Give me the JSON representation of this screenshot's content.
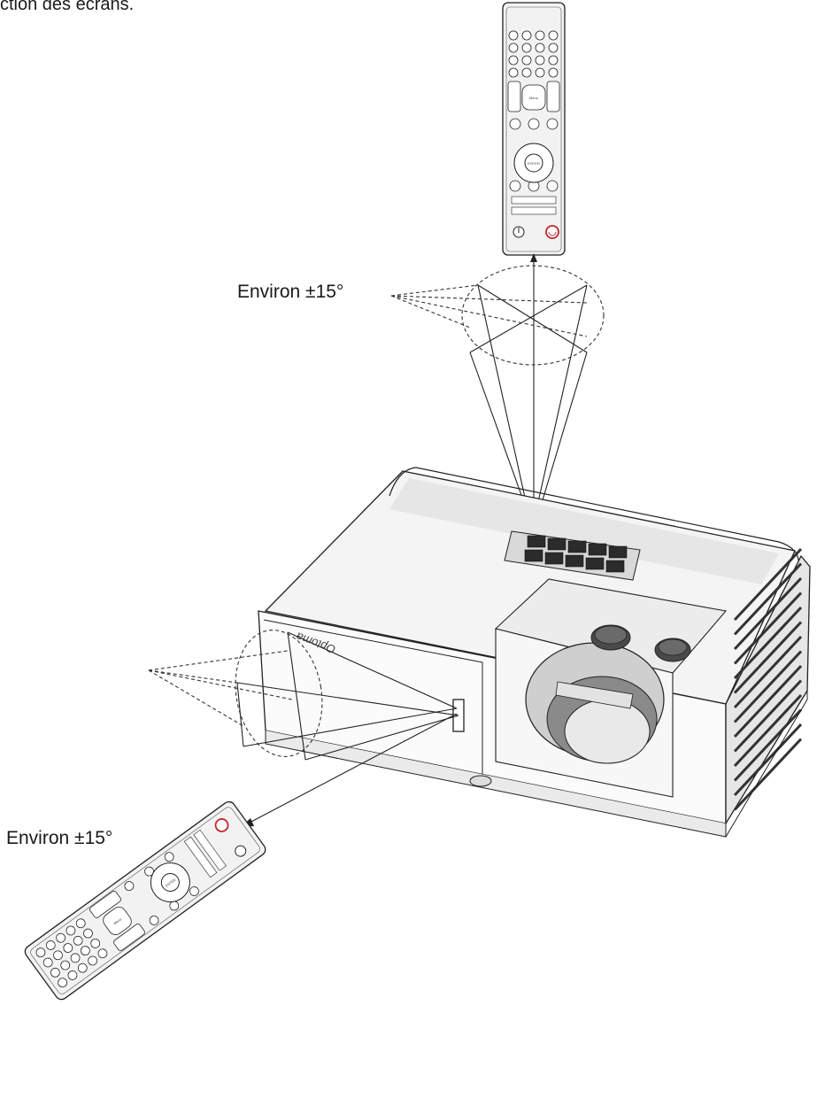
{
  "caption": "ction des écrans.",
  "angle_labels": {
    "top": "Environ ±15°",
    "bottom": "Environ ±15°"
  },
  "projector": {
    "brand_logo": "Optoma"
  },
  "remote_top": {
    "buttons": [
      "Menu",
      "ENTER"
    ]
  },
  "remote_bottom": {
    "buttons": [
      "Menu",
      "ENTER"
    ]
  },
  "colors": {
    "line": "#222222",
    "power_button": "#c0262d"
  }
}
